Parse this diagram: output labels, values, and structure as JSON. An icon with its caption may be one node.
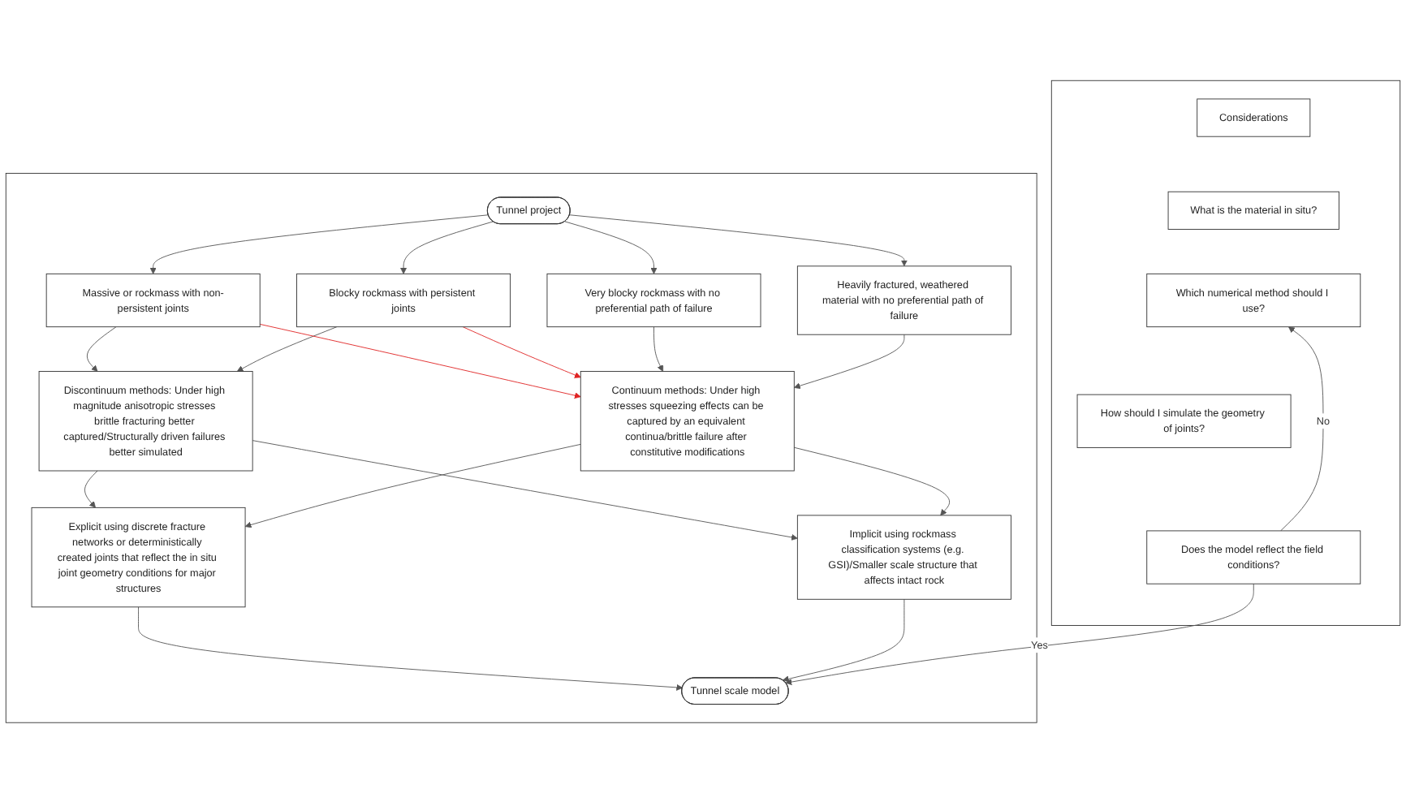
{
  "diagram": {
    "nodes": [
      {
        "text": [],
        "shape": "box"
      },
      {
        "text": [
          "Tunnel project"
        ],
        "in": 0
      },
      {
        "text": [
          "Massive or rockmass with non-persistent joints"
        ],
        "in": 0
      },
      {
        "text": [
          "Blocky rockmass with persistent joints"
        ],
        "in": 0
      },
      {
        "text": [
          "Very blocky rockmass with no preferential path of failure"
        ],
        "in": 0
      },
      {
        "text": [
          "Heavily fractured, weathered material with no preferential path of failure"
        ],
        "in": 0
      },
      {
        "text": [
          "Discontinuum methods: Under high magnitude anisotropic stresses brittle fracturing better captured/Structurally driven failures better simulated"
        ],
        "in": 0
      },
      {
        "text": [
          "Continuum methods: Under high stresses squeezing effects can be captured by an equivalent continua/brittle failure after constitutive modifications"
        ],
        "in": 0
      },
      {
        "text": [
          "Explicit using discrete fracture networks or deterministically created joints that reflect the in situ joint geometry conditions for major structures"
        ],
        "in": 0
      },
      {
        "text": [
          "Implicit using rockmass classification systems (e.g. GSI)/Smaller scale structure that affects intact rock"
        ],
        "in": 0
      },
      {
        "text": [
          "Tunnel scale model"
        ],
        "in": 0
      },
      {
        "text": [],
        "shape": "box"
      },
      {
        "text": [
          "Considerations"
        ],
        "in": 11
      },
      {
        "text": [
          "What is the material in situ?"
        ],
        "in": 11
      },
      {
        "text": [
          "Which numerical method should I use?"
        ],
        "in": 11
      },
      {
        "text": [
          "How should I simulate the geometry of joints?"
        ],
        "in": 11
      },
      {
        "text": [
          "Does the model reflect the field conditions?"
        ],
        "in": 11
      }
    ],
    "edges": [
      {
        "from": 1,
        "to": 2,
        "arrow": "to"
      },
      {
        "from": 1,
        "to": 3,
        "arrow": "to"
      },
      {
        "from": 1,
        "to": 4,
        "arrow": "to"
      },
      {
        "from": 1,
        "to": 5,
        "arrow": "to"
      },
      {
        "from": 2,
        "to": 6,
        "arrow": "to"
      },
      {
        "from": 3,
        "to": 6,
        "arrow": "to"
      },
      {
        "from": 2,
        "to": 7,
        "arrow": "to",
        "color": "#e02424"
      },
      {
        "from": 3,
        "to": 7,
        "arrow": "to",
        "color": "#e02424"
      },
      {
        "from": 4,
        "to": 7,
        "arrow": "to"
      },
      {
        "from": 5,
        "to": 7,
        "arrow": "to"
      },
      {
        "from": 6,
        "to": 8,
        "arrow": "to"
      },
      {
        "from": 6,
        "to": 9,
        "arrow": "to"
      },
      {
        "from": 7,
        "to": 8,
        "arrow": "to"
      },
      {
        "from": 7,
        "to": 9,
        "arrow": "to"
      },
      {
        "from": 8,
        "to": 10,
        "arrow": "to"
      },
      {
        "from": 9,
        "to": 10,
        "arrow": "to"
      },
      {
        "from": 16,
        "to": 10,
        "arrow": "to",
        "label": "Yes"
      },
      {
        "from": 16,
        "to": 14,
        "arrow": "to",
        "label": "No"
      }
    ]
  }
}
